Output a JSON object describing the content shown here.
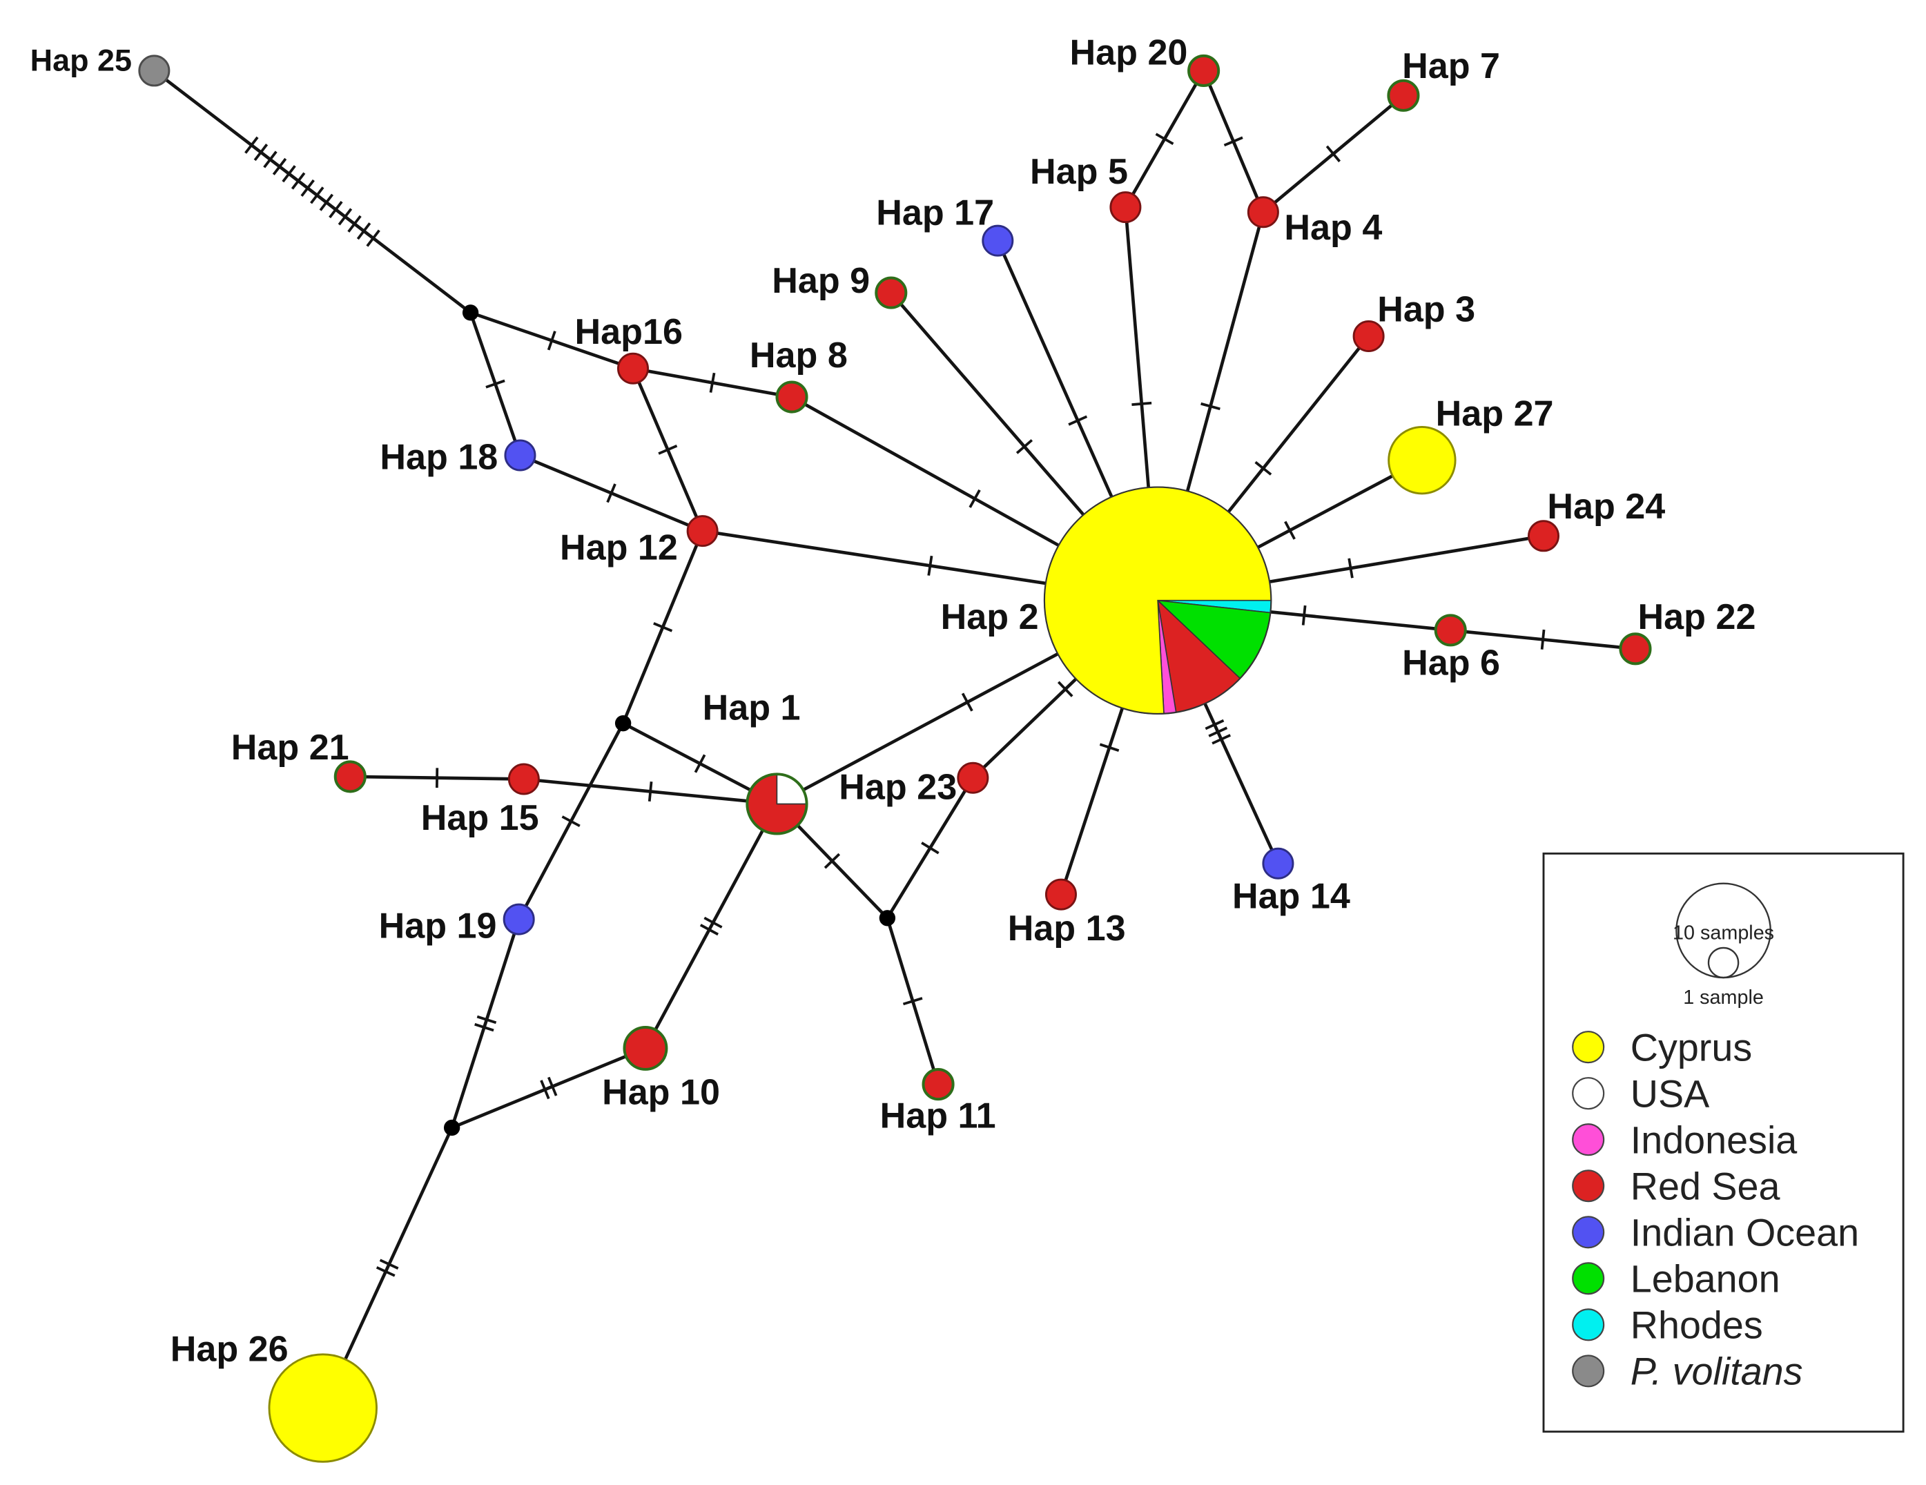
{
  "legend": {
    "size_key": {
      "large": {
        "samples": 10,
        "label": "10 samples"
      },
      "small": {
        "samples": 1,
        "label": "1 sample"
      }
    },
    "items": [
      {
        "name": "Cyprus",
        "color": "#ffff00"
      },
      {
        "name": "USA",
        "color": "#ffffff"
      },
      {
        "name": "Indonesia",
        "color": "#ff4fd8"
      },
      {
        "name": "Red Sea",
        "color": "#dc2222"
      },
      {
        "name": "Indian Ocean",
        "color": "#5252f2"
      },
      {
        "name": "Lebanon",
        "color": "#00e000"
      },
      {
        "name": "Rhodes",
        "color": "#00f0f0"
      },
      {
        "name": "P. volitans",
        "color": "#8a8a8a"
      }
    ]
  },
  "network": {
    "nodes": [
      {
        "label": "Hap 25",
        "samples": {
          "P. volitans": 1
        }
      },
      {
        "label": "Hap 20",
        "samples": {
          "Red Sea": 1
        },
        "outline": "#2e6e1a"
      },
      {
        "label": "Hap 7",
        "samples": {
          "Red Sea": 1
        },
        "outline": "#2e6e1a"
      },
      {
        "label": "Hap 5",
        "samples": {
          "Red Sea": 1
        }
      },
      {
        "label": "Hap 4",
        "samples": {
          "Red Sea": 1
        }
      },
      {
        "label": "Hap 17",
        "samples": {
          "Indian Ocean": 1
        }
      },
      {
        "label": "Hap 9",
        "samples": {
          "Red Sea": 1
        },
        "outline": "#2e6e1a"
      },
      {
        "label": "Hap 3",
        "samples": {
          "Red Sea": 1
        }
      },
      {
        "label": "Hap16",
        "samples": {
          "Red Sea": 1
        }
      },
      {
        "label": "Hap 8",
        "samples": {
          "Red Sea": 1
        },
        "outline": "#2e6e1a"
      },
      {
        "label": "Hap 27",
        "samples": {
          "Cyprus": 5
        }
      },
      {
        "label": "Hap 18",
        "samples": {
          "Indian Ocean": 1
        }
      },
      {
        "label": "Hap 24",
        "samples": {
          "Red Sea": 1
        }
      },
      {
        "label": "Hap 12",
        "samples": {
          "Red Sea": 1
        }
      },
      {
        "label": "Hap 2",
        "samples": {
          "Rhodes": 1,
          "Lebanon": 6,
          "Red Sea": 6,
          "Indonesia": 1,
          "Cyprus": 44
        }
      },
      {
        "label": "Hap 22",
        "samples": {
          "Red Sea": 1
        },
        "outline": "#2e6e1a"
      },
      {
        "label": "Hap 6",
        "samples": {
          "Red Sea": 1
        },
        "outline": "#2e6e1a"
      },
      {
        "label": "Hap 1",
        "samples": {
          "Red Sea": 3,
          "USA": 1
        },
        "outline": "#2e6e1a"
      },
      {
        "label": "Hap 21",
        "samples": {
          "Red Sea": 1
        },
        "outline": "#2e6e1a"
      },
      {
        "label": "Hap 23",
        "samples": {
          "Red Sea": 1
        }
      },
      {
        "label": "Hap 15",
        "samples": {
          "Red Sea": 1
        }
      },
      {
        "label": "Hap 14",
        "samples": {
          "Indian Ocean": 1
        }
      },
      {
        "label": "Hap 19",
        "samples": {
          "Indian Ocean": 1
        }
      },
      {
        "label": "Hap 13",
        "samples": {
          "Red Sea": 1
        }
      },
      {
        "label": "Hap 10",
        "samples": {
          "Red Sea": 2
        },
        "outline": "#2e6e1a"
      },
      {
        "label": "Hap 11",
        "samples": {
          "Red Sea": 1
        },
        "outline": "#2e6e1a"
      },
      {
        "label": "Hap 26",
        "samples": {
          "Cyprus": 13
        }
      },
      {
        "samples": {}
      },
      {
        "samples": {}
      },
      {
        "samples": {}
      },
      {
        "samples": {}
      }
    ],
    "edges": [
      [
        0,
        27,
        14
      ],
      [
        27,
        8,
        1
      ],
      [
        27,
        11,
        1
      ],
      [
        8,
        9,
        1
      ],
      [
        8,
        13,
        1
      ],
      [
        11,
        13,
        1
      ],
      [
        9,
        14,
        1
      ],
      [
        13,
        14,
        1
      ],
      [
        6,
        14,
        1
      ],
      [
        5,
        14,
        1
      ],
      [
        3,
        14,
        1
      ],
      [
        4,
        14,
        1
      ],
      [
        3,
        1,
        1
      ],
      [
        4,
        1,
        1
      ],
      [
        4,
        2,
        1
      ],
      [
        7,
        14,
        1
      ],
      [
        10,
        14,
        1
      ],
      [
        12,
        14,
        1
      ],
      [
        14,
        16,
        1
      ],
      [
        16,
        15,
        1
      ],
      [
        14,
        21,
        3
      ],
      [
        14,
        23,
        1
      ],
      [
        14,
        19,
        1
      ],
      [
        14,
        17,
        1
      ],
      [
        19,
        29,
        1
      ],
      [
        17,
        29,
        1
      ],
      [
        29,
        25,
        1
      ],
      [
        17,
        24,
        2
      ],
      [
        17,
        28,
        1
      ],
      [
        17,
        20,
        1
      ],
      [
        20,
        18,
        1
      ],
      [
        13,
        28,
        1
      ],
      [
        28,
        22,
        1
      ],
      [
        22,
        30,
        2
      ],
      [
        30,
        24,
        2
      ],
      [
        30,
        26,
        2
      ]
    ]
  }
}
